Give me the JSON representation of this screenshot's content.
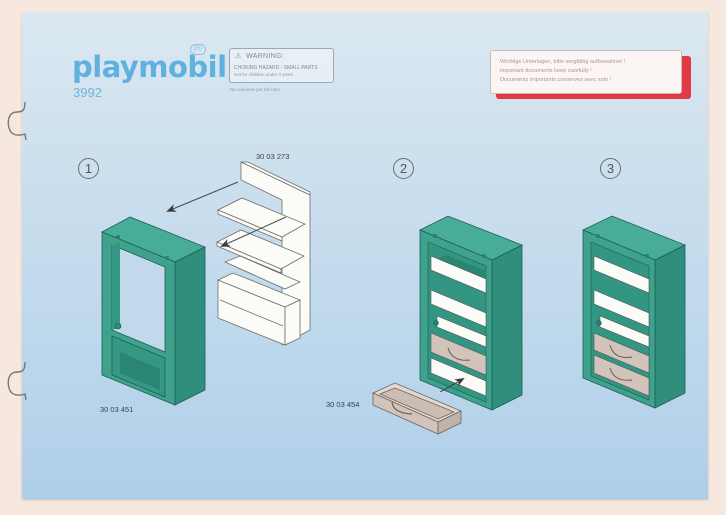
{
  "document": {
    "brand": "playmobil",
    "brand_badge": "(R)",
    "product_number": "3992",
    "colors": {
      "page_background": "#c4dbec",
      "outer_background": "#f6e8de",
      "brand_blue": "#5fb1de",
      "teal_cabinet": "#3fa38f",
      "notice_red": "#e03a44",
      "drawer_beige": "#cfc1b6"
    }
  },
  "warning": {
    "icon": "warning-triangle-icon",
    "title": "WARNING:",
    "line1": "CHOKING HAZARD - SMALL PARTS",
    "line2": "Not for children under 3 years.",
    "note": "No conviene por los USA"
  },
  "notice": {
    "lines": [
      "Wichtige Unterlagen, bitte sorgfältig aufbewahren !",
      "Important documents keep carefully !",
      "Documents importants conservez avec soin !"
    ]
  },
  "steps": [
    {
      "number": "1",
      "parts": [
        {
          "id": "30 03 451",
          "description": "teal cabinet frame"
        },
        {
          "id": "30 03 273",
          "description": "white shelf insert"
        }
      ]
    },
    {
      "number": "2",
      "parts": [
        {
          "id": "30 03 454",
          "description": "drawer"
        }
      ]
    },
    {
      "number": "3",
      "parts": []
    }
  ]
}
